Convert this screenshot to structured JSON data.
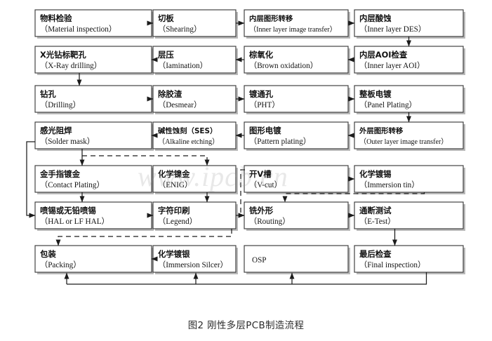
{
  "figure": {
    "caption": "图2 刚性多层PCB制造流程",
    "watermark": "www.ipcb.cn"
  },
  "nodes": [
    {
      "id": "material-inspection",
      "cn": "物料检验",
      "en": "（Material inspection）",
      "col": 0,
      "row": 0
    },
    {
      "id": "shearing",
      "cn": "切板",
      "en": "（Shearing）",
      "col": 1,
      "row": 0
    },
    {
      "id": "inner-layer-image-transfer",
      "cn": "内层图形转移",
      "en": "（Inner layer image transfer）",
      "col": 2,
      "row": 0,
      "small": true
    },
    {
      "id": "inner-layer-des",
      "cn": "内层酸蚀",
      "en": "（Inner layer DES）",
      "col": 3,
      "row": 0
    },
    {
      "id": "x-ray-drilling",
      "cn": "X光钻标靶孔",
      "en": "（X-Ray drilling）",
      "col": 0,
      "row": 1
    },
    {
      "id": "lamination",
      "cn": "层压",
      "en": "（Iamination）",
      "col": 1,
      "row": 1
    },
    {
      "id": "brown-oxidation",
      "cn": "棕氧化",
      "en": "（Brown oxidation）",
      "col": 2,
      "row": 1
    },
    {
      "id": "inner-layer-aoi",
      "cn": "内层AOI检查",
      "en": "（Inner layer AOI）",
      "col": 3,
      "row": 1
    },
    {
      "id": "drilling",
      "cn": "钻孔",
      "en": "（Drilling）",
      "col": 0,
      "row": 2
    },
    {
      "id": "desmear",
      "cn": "除胶渣",
      "en": "（Desmear）",
      "col": 1,
      "row": 2
    },
    {
      "id": "pht",
      "cn": "镀通孔",
      "en": "（PHT）",
      "col": 2,
      "row": 2
    },
    {
      "id": "panel-plating",
      "cn": "整板电镀",
      "en": "（Panel Plating）",
      "col": 3,
      "row": 2
    },
    {
      "id": "solder-mask",
      "cn": "感光阻焊",
      "en": "（Solder mask）",
      "col": 0,
      "row": 3
    },
    {
      "id": "alkaline-etching",
      "cn": "碱性蚀刻（SES）",
      "en": "（Alkaline etching）",
      "col": 1,
      "row": 3,
      "small": true
    },
    {
      "id": "pattern-plating",
      "cn": "图形电镀",
      "en": "（Pattern plating）",
      "col": 2,
      "row": 3
    },
    {
      "id": "outer-layer-image-transfer",
      "cn": "外层图形转移",
      "en": "（Outer layer image transfer）",
      "col": 3,
      "row": 3,
      "small": true
    },
    {
      "id": "contact-plating",
      "cn": "金手指镀金",
      "en": "（Contact Plating）",
      "col": 0,
      "row": 4
    },
    {
      "id": "enig",
      "cn": "化学镍金",
      "en": "（ENIG）",
      "col": 1,
      "row": 4
    },
    {
      "id": "v-cut",
      "cn": "开V槽",
      "en": "（V-cut）",
      "col": 2,
      "row": 4
    },
    {
      "id": "immersion-tin",
      "cn": "化学镀锡",
      "en": "（Immersion tin）",
      "col": 3,
      "row": 4
    },
    {
      "id": "hal",
      "cn": "喷锡或无铅喷锡",
      "en": "（HAL or LF HAL）",
      "col": 0,
      "row": 5
    },
    {
      "id": "legend",
      "cn": "字符印刷",
      "en": "（Legend）",
      "col": 1,
      "row": 5
    },
    {
      "id": "routing",
      "cn": "铣外形",
      "en": "（Routing）",
      "col": 2,
      "row": 5
    },
    {
      "id": "e-test",
      "cn": "通断测试",
      "en": "（E-Test）",
      "col": 3,
      "row": 5
    },
    {
      "id": "packing",
      "cn": "包装",
      "en": "（Packing）",
      "col": 0,
      "row": 6
    },
    {
      "id": "immersion-silver",
      "cn": "化学镀银",
      "en": "（Immersion Silcer）",
      "col": 1,
      "row": 6
    },
    {
      "id": "osp",
      "cn": "",
      "en": "OSP",
      "col": 2,
      "row": 6
    },
    {
      "id": "final-inspection",
      "cn": "最后检查",
      "en": "（Final inspection）",
      "col": 3,
      "row": 6
    }
  ],
  "connectors": [
    {
      "id": "material-to-shearing",
      "style": "solid"
    },
    {
      "id": "shearing-to-inner-image",
      "style": "solid"
    },
    {
      "id": "inner-image-to-des",
      "style": "solid"
    },
    {
      "id": "des-to-aoi",
      "style": "solid"
    },
    {
      "id": "aoi-to-brown",
      "style": "solid"
    },
    {
      "id": "brown-to-lamination",
      "style": "solid"
    },
    {
      "id": "lamination-to-xray",
      "style": "solid"
    },
    {
      "id": "xray-to-drilling",
      "style": "solid"
    },
    {
      "id": "drilling-to-desmear",
      "style": "solid"
    },
    {
      "id": "desmear-to-pht",
      "style": "solid"
    },
    {
      "id": "pht-to-panel-plating",
      "style": "solid"
    },
    {
      "id": "panel-plating-to-outer-image",
      "style": "solid"
    },
    {
      "id": "outer-image-to-pattern-plating",
      "style": "solid"
    },
    {
      "id": "pattern-plating-to-alkaline",
      "style": "solid"
    },
    {
      "id": "alkaline-to-solder-mask",
      "style": "solid"
    },
    {
      "id": "solder-mask-to-contact-plating",
      "style": "solid"
    },
    {
      "id": "solder-mask-branch-to-enig",
      "style": "dashed"
    },
    {
      "id": "solder-mask-bypass-to-hal",
      "style": "solid"
    },
    {
      "id": "contact-plating-to-hal",
      "style": "solid"
    },
    {
      "id": "enig-to-legend",
      "style": "solid"
    },
    {
      "id": "hal-to-legend",
      "style": "solid"
    },
    {
      "id": "legend-to-routing",
      "style": "solid"
    },
    {
      "id": "v-cut-to-routing",
      "style": "dashed"
    },
    {
      "id": "v-cut-to-immersion-tin",
      "style": "solid"
    },
    {
      "id": "immersion-tin-to-routing",
      "style": "dashed"
    },
    {
      "id": "routing-to-e-test",
      "style": "solid"
    },
    {
      "id": "e-test-to-final-inspection",
      "style": "solid"
    },
    {
      "id": "legend-branch-to-packing",
      "style": "dashed"
    },
    {
      "id": "immersion-silver-to-packing",
      "style": "solid"
    },
    {
      "id": "final-inspection-return-bus",
      "style": "solid"
    }
  ]
}
